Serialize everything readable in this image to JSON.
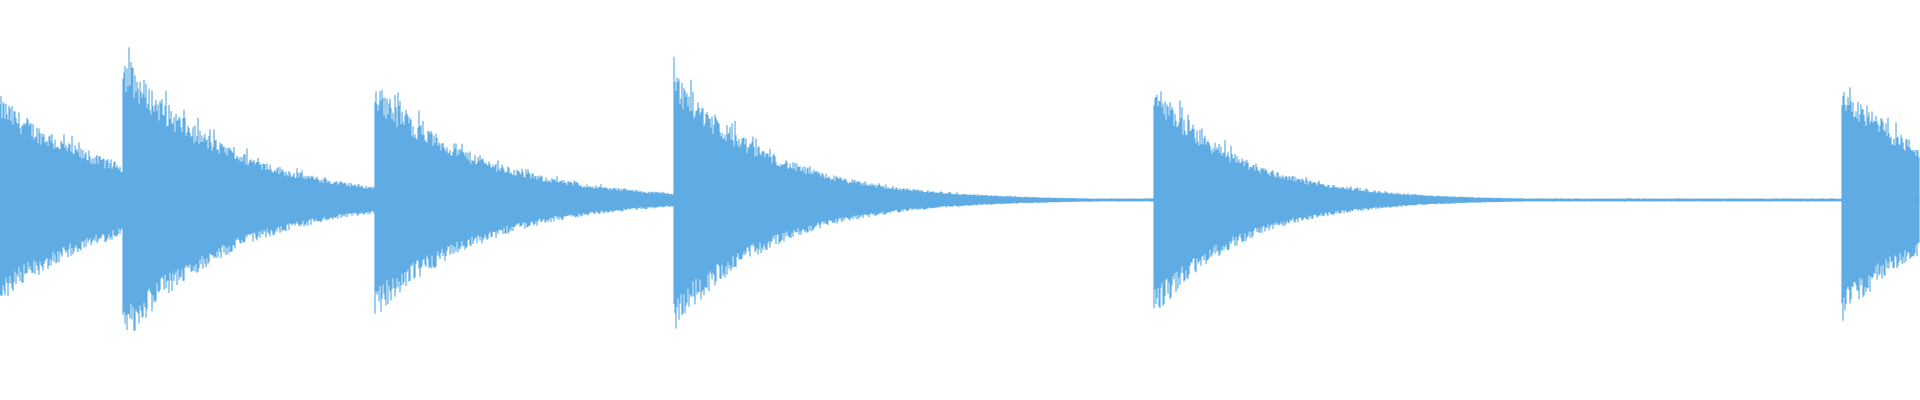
{
  "waveform": {
    "color": "#5EACE3",
    "background": "#FFFFFF",
    "duration_fraction_shown": 1.0,
    "onsets": [
      {
        "position": -0.01,
        "peak": 0.62,
        "decay": 0.06
      },
      {
        "position": 0.064,
        "peak": 0.74,
        "decay": 0.055
      },
      {
        "position": 0.195,
        "peak": 0.6,
        "decay": 0.055
      },
      {
        "position": 0.351,
        "peak": 0.66,
        "decay": 0.05
      },
      {
        "position": 0.601,
        "peak": 0.6,
        "decay": 0.045
      },
      {
        "position": 0.959,
        "peak": 0.62,
        "decay": 0.05
      }
    ],
    "noise_floor": 0.008
  }
}
